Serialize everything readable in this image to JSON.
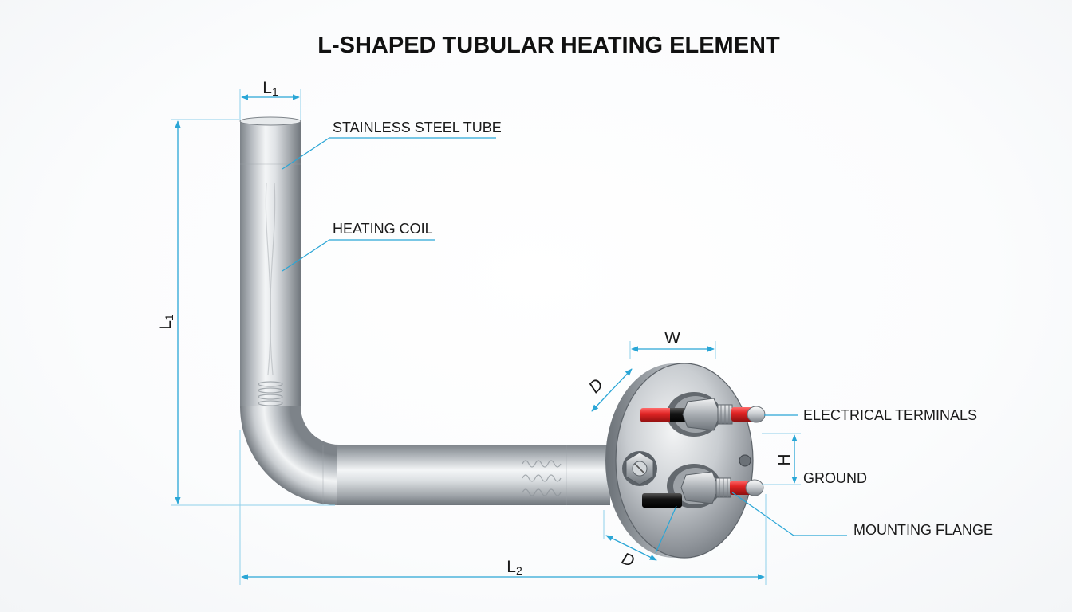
{
  "title": "L-SHAPED TUBULAR HEATING ELEMENT",
  "callouts": {
    "tube": "STAINLESS STEEL TUBE",
    "coil": "HEATING COIL",
    "terminals": "ELECTRICAL TERMINALS",
    "ground": "GROUND",
    "flange": "MOUNTING FLANGE"
  },
  "dimensions": {
    "l1_top": {
      "base": "L",
      "sub": "1"
    },
    "l1_side": {
      "base": "L",
      "sub": "1"
    },
    "l2": {
      "base": "L",
      "sub": "2"
    },
    "w": "W",
    "h": "H",
    "d_upper": "D",
    "d_lower": "D"
  },
  "colors": {
    "dimension_line": "#2aa6d6",
    "wire_red": "#e02424",
    "wire_black": "#111111",
    "steel": "#b9bdc2"
  }
}
